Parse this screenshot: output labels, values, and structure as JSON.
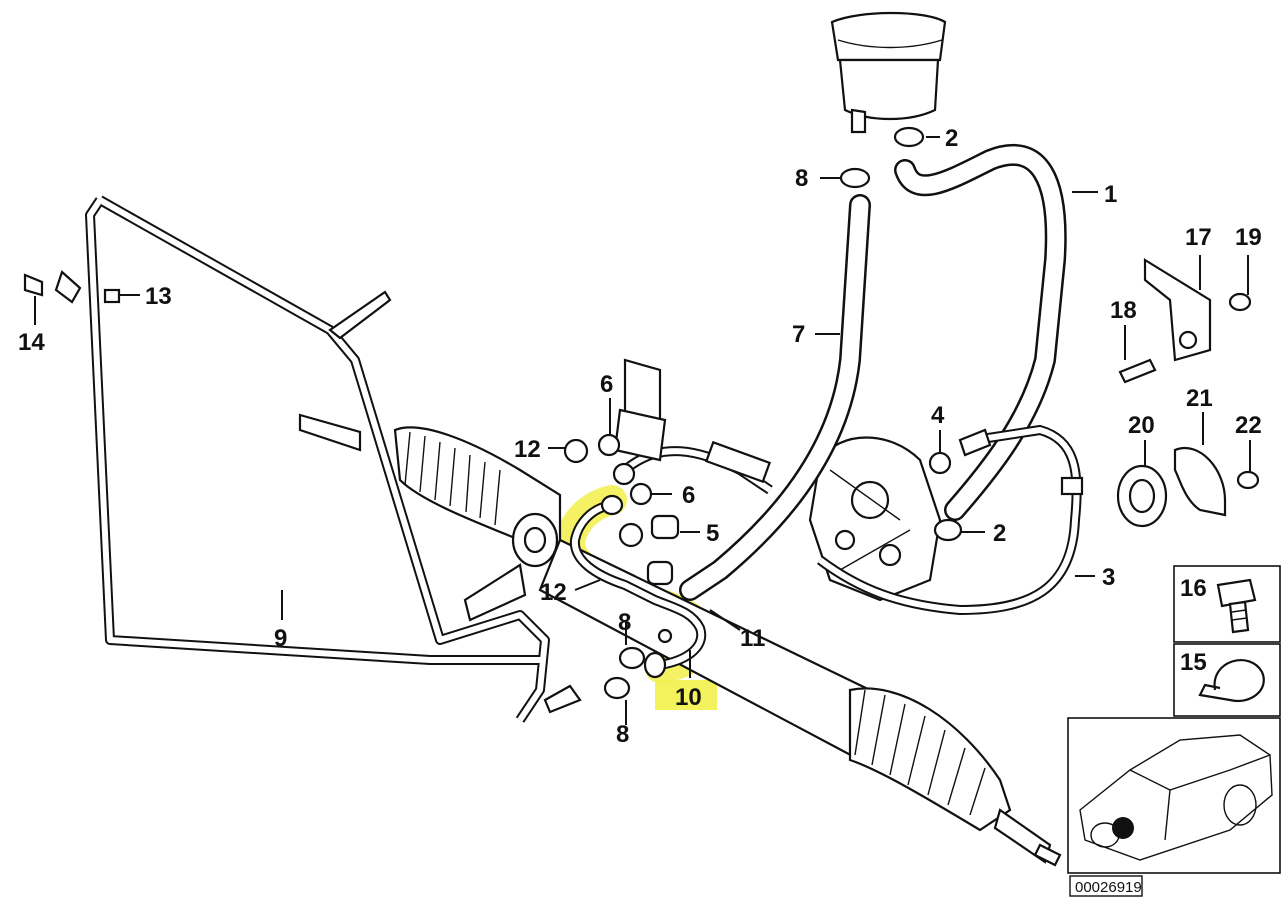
{
  "diagram_id": "00026919",
  "highlight_color": "#f2ef4a",
  "callouts": {
    "c1": "1",
    "c2a": "2",
    "c2b": "2",
    "c3": "3",
    "c4": "4",
    "c5": "5",
    "c6a": "6",
    "c6b": "6",
    "c7": "7",
    "c8a": "8",
    "c8b": "8",
    "c8c": "8",
    "c9": "9",
    "c10": "10",
    "c11": "11",
    "c12a": "12",
    "c12b": "12",
    "c13": "13",
    "c14": "14",
    "c15": "15",
    "c16": "16",
    "c17": "17",
    "c18": "18",
    "c19": "19",
    "c20": "20",
    "c21": "21",
    "c22": "22"
  },
  "highlighted_part": "10",
  "icons": [
    "power-steering-reservoir-icon",
    "steering-rack-icon",
    "steering-pump-icon",
    "car-location-icon",
    "bolt-icon",
    "hose-clamp-icon"
  ]
}
